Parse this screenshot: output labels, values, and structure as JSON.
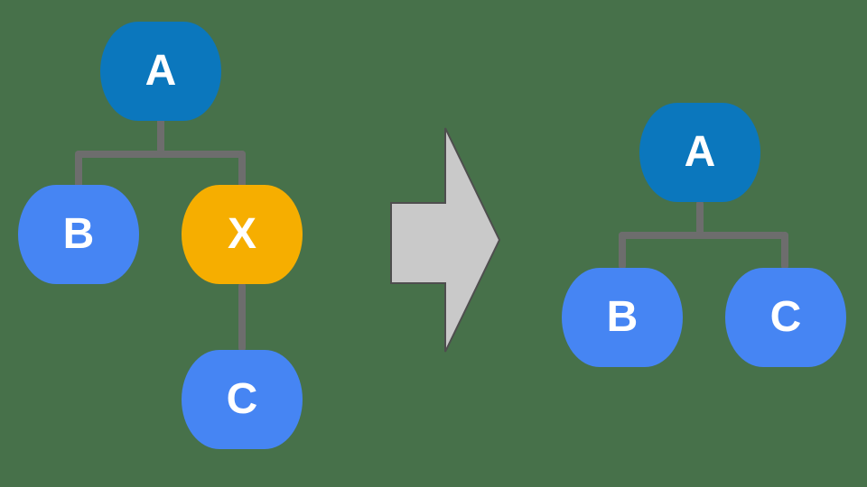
{
  "colors": {
    "background": "#47714A",
    "node_primary": "#0B77BD",
    "node_secondary": "#4685F3",
    "node_highlight": "#F6AE00",
    "connector": "#6D6D6D",
    "arrow_fill": "#C9C9C9",
    "arrow_stroke": "#4E4E4E",
    "node_text": "#FFFFFF"
  },
  "before_tree": {
    "nodes": [
      {
        "label": "A",
        "role": "root",
        "color": "#0B77BD"
      },
      {
        "label": "B",
        "role": "child",
        "color": "#4685F3"
      },
      {
        "label": "X",
        "role": "child",
        "color": "#F6AE00"
      },
      {
        "label": "C",
        "role": "grandchild",
        "color": "#4685F3"
      }
    ],
    "edges": [
      [
        "A",
        "B"
      ],
      [
        "A",
        "X"
      ],
      [
        "X",
        "C"
      ]
    ]
  },
  "arrow": {
    "direction": "right",
    "meaning": "transformation"
  },
  "after_tree": {
    "nodes": [
      {
        "label": "A",
        "role": "root",
        "color": "#0B77BD"
      },
      {
        "label": "B",
        "role": "child",
        "color": "#4685F3"
      },
      {
        "label": "C",
        "role": "child",
        "color": "#4685F3"
      }
    ],
    "edges": [
      [
        "A",
        "B"
      ],
      [
        "A",
        "C"
      ]
    ]
  }
}
